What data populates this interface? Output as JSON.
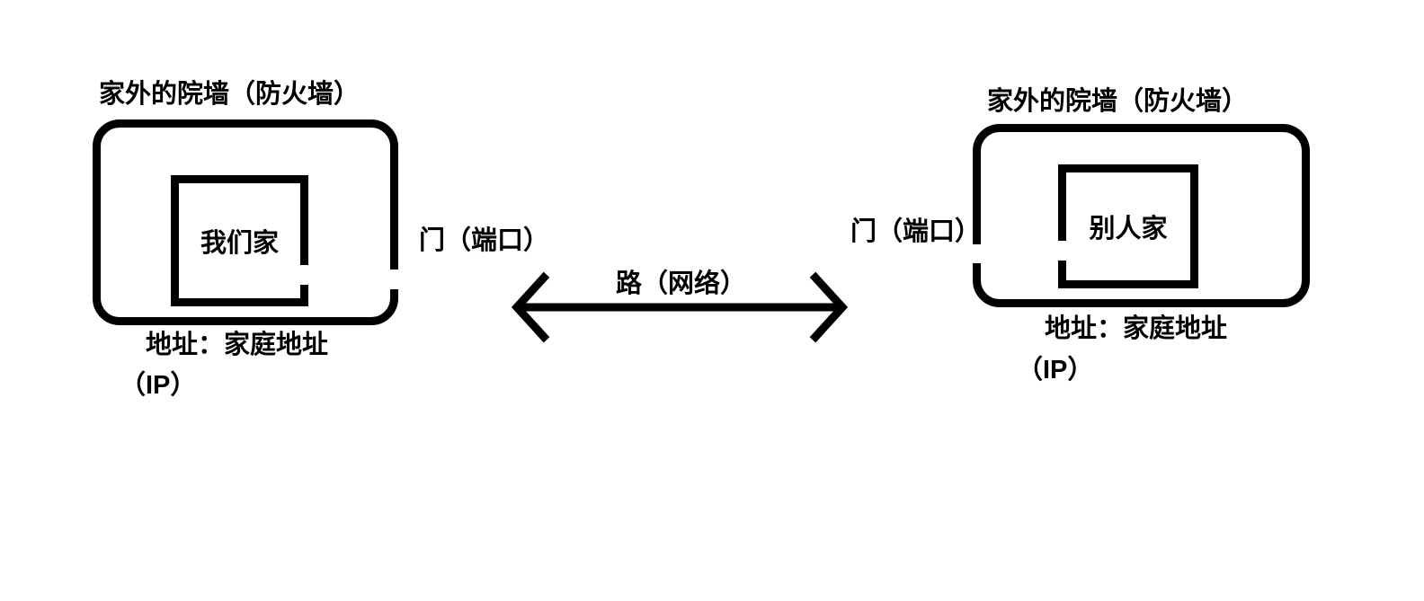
{
  "page": {
    "background": "#ffffff",
    "ink_color": "#000000"
  },
  "diagram": {
    "left_house": {
      "wall_label": "家外的院墙（防火墙）",
      "home_label": "我们家",
      "door_label": "门（端口）",
      "address_line1": "地址：家庭地址",
      "address_line2": "（IP）"
    },
    "right_house": {
      "wall_label": "家外的院墙（防火墙）",
      "home_label": "别人家",
      "door_label": "门（端口）",
      "address_line1": "地址：家庭地址",
      "address_line2": "（IP）"
    },
    "road": {
      "label": "路（网络）"
    }
  }
}
